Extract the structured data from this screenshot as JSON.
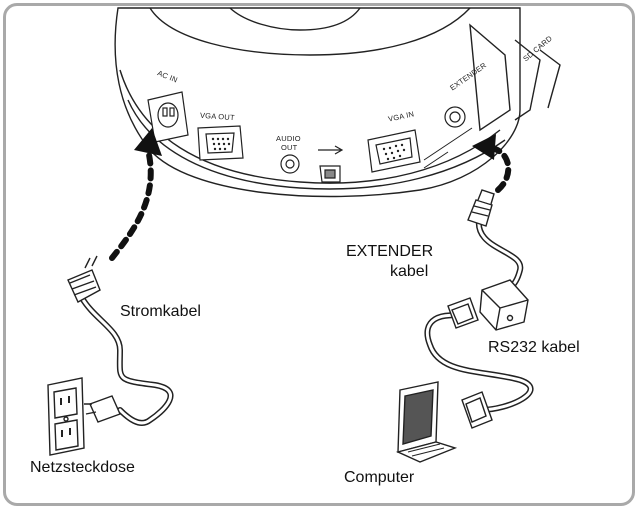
{
  "device": {
    "ports": {
      "ac_in": "AC IN",
      "vga_out": "VGA OUT",
      "audio_out_line1": "AUDIO",
      "audio_out_line2": "OUT",
      "vga_in": "VGA IN",
      "extender": "EXTENDER",
      "sd_card": "SD CARD"
    }
  },
  "labels": {
    "power_cable": "Stromkabel",
    "outlet": "Netzsteckdose",
    "extender_cable_line1": "EXTENDER",
    "extender_cable_line2": "kabel",
    "rs232_cable": "RS232 kabel",
    "computer": "Computer"
  },
  "colors": {
    "frame_border": "#a9a9a9",
    "line": "#222222",
    "arrow": "#111111"
  }
}
